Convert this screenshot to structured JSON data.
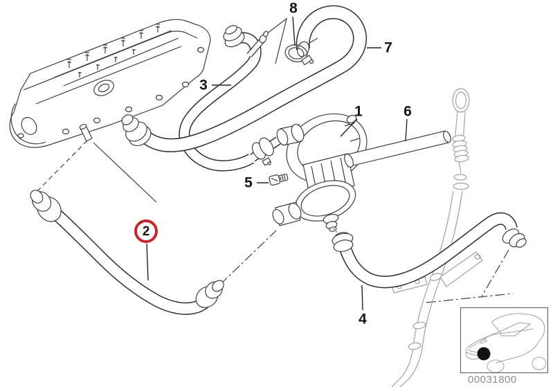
{
  "callouts": [
    {
      "number": "1",
      "highlighted": false
    },
    {
      "number": "2",
      "highlighted": true
    },
    {
      "number": "3",
      "highlighted": false
    },
    {
      "number": "4",
      "highlighted": false
    },
    {
      "number": "5",
      "highlighted": false
    },
    {
      "number": "6",
      "highlighted": false
    },
    {
      "number": "7",
      "highlighted": false
    },
    {
      "number": "8",
      "highlighted": false
    }
  ],
  "colors": {
    "highlight_ring": "#c4262a",
    "line_art": "#3d3d3d",
    "reference_parts": "#9aa2a8",
    "location_dot": "#111111",
    "diagram_number_text": "#8b8b8b"
  },
  "footer": {
    "diagram_number": "00031800"
  }
}
